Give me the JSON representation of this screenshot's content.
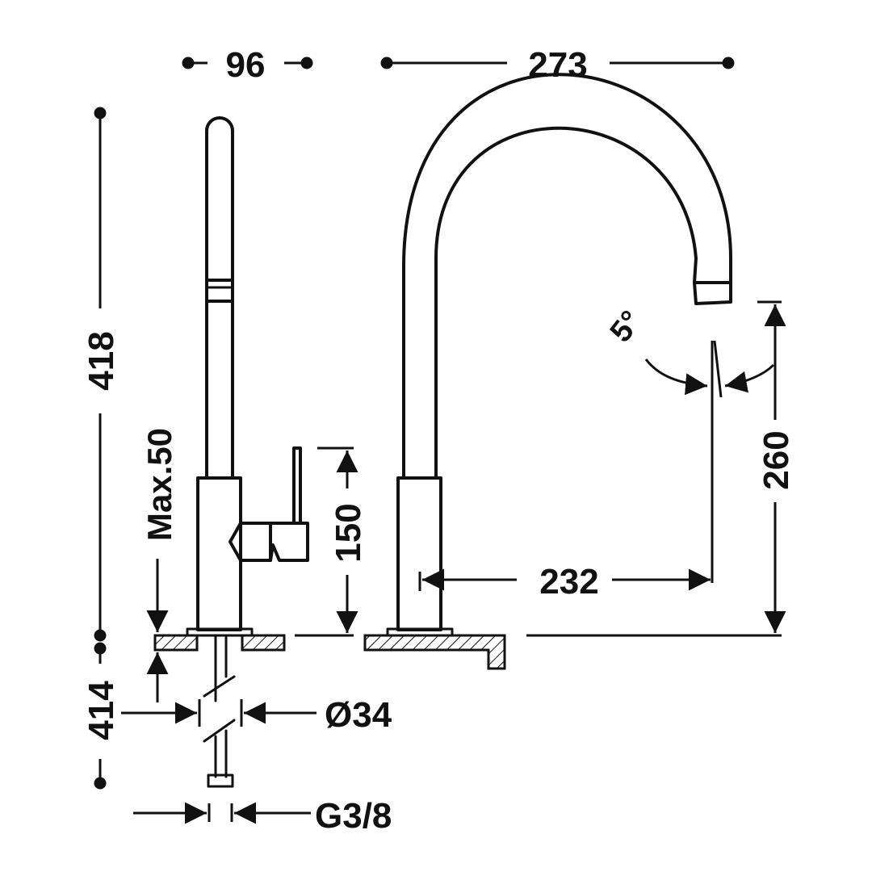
{
  "colors": {
    "line": "#111111",
    "background": "#ffffff"
  },
  "dimensions": {
    "width_side": "96",
    "reach_total": "273",
    "height_total": "418",
    "below_deck": "414",
    "deck_thickness": "Max.50",
    "handle_height": "150",
    "spout_height": "260",
    "spout_reach": "232",
    "angle": "5°",
    "hole_diameter": "Ø34",
    "connection": "G3/8"
  }
}
